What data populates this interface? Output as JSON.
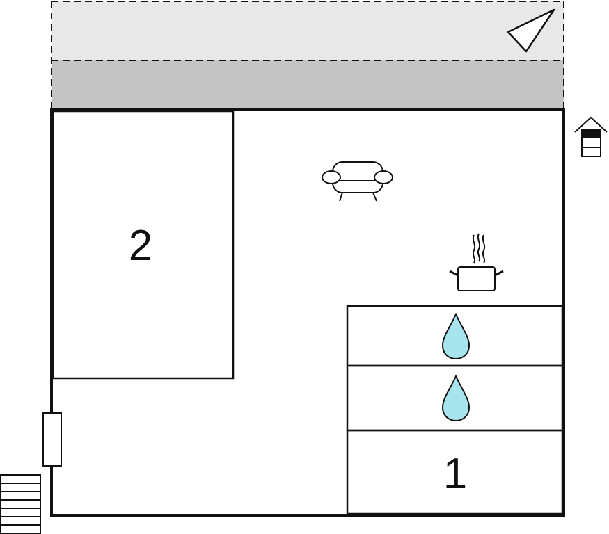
{
  "rooms": [
    {
      "id": "bedroom",
      "label": "2"
    },
    {
      "id": "bathroom-1",
      "icon": "water-drop-icon"
    },
    {
      "id": "bathroom-2",
      "icon": "water-drop-icon"
    },
    {
      "id": "bedroom-small",
      "label": "1"
    }
  ],
  "areas": {
    "terrace": {
      "icon": "sun-shade-icon",
      "color": "#e8e8e8"
    },
    "covered_terrace": {
      "color": "#c4c4c4"
    }
  },
  "icons": {
    "living": "sofa-icon",
    "kitchen": "cooking-pot-icon",
    "entrance": "house-entrance-icon",
    "door": "door-icon",
    "stairs": "stairs-icon"
  },
  "colors": {
    "wall": "#111111",
    "water": "#a8e4ee"
  }
}
